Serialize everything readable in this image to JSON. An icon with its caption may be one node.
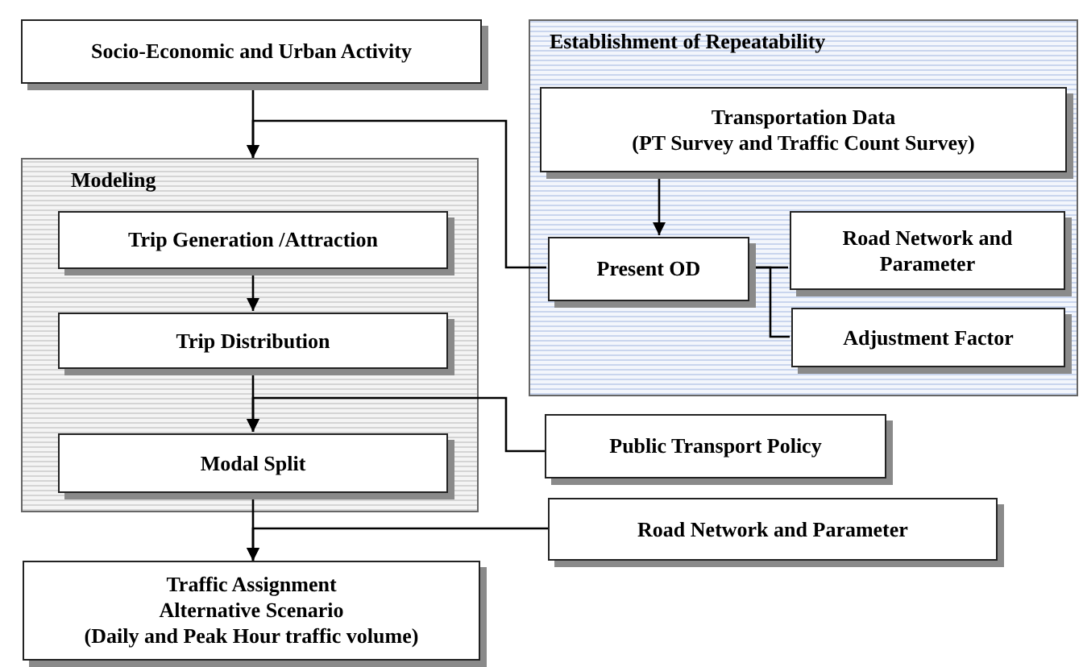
{
  "diagram": {
    "nodes": [
      {
        "text": [
          "Socio-Economic and Urban Activity"
        ]
      },
      {
        "text": [
          "Modeling"
        ]
      },
      {
        "text": [
          "Trip Generation /Attraction"
        ],
        "in": 1
      },
      {
        "text": [
          "Trip Distribution"
        ],
        "in": 1
      },
      {
        "text": [
          "Modal Split"
        ],
        "in": 1
      },
      {
        "text": [
          "Traffic Assignment",
          "Alternative Scenario",
          "(Daily and Peak Hour traffic volume)"
        ]
      },
      {
        "text": [
          "Establishment of Repeatability"
        ]
      },
      {
        "text": [
          "Transportation Data",
          "(PT Survey and Traffic Count Survey)"
        ],
        "in": 6
      },
      {
        "text": [
          "Present OD"
        ],
        "in": 6
      },
      {
        "text": [
          "Road Network and Parameter"
        ],
        "in": 6
      },
      {
        "text": [
          "Adjustment Factor"
        ],
        "in": 6
      },
      {
        "text": [
          "Public Transport Policy"
        ]
      },
      {
        "text": [
          "Road Network and Parameter"
        ]
      }
    ],
    "edges": [
      {
        "from": 0,
        "to": 1,
        "arrow": "to"
      },
      {
        "from": 8,
        "to": 1,
        "arrow": "to"
      },
      {
        "from": 2,
        "to": 3,
        "arrow": "to"
      },
      {
        "from": 3,
        "to": 4,
        "arrow": "to"
      },
      {
        "from": 11,
        "to": 4,
        "arrow": "to"
      },
      {
        "from": 4,
        "to": 5,
        "arrow": "to"
      },
      {
        "from": 12,
        "to": 5,
        "arrow": "to"
      },
      {
        "from": 7,
        "to": 8,
        "arrow": "to"
      },
      {
        "from": 9,
        "to": 8,
        "arrow": "none"
      },
      {
        "from": 10,
        "to": 8,
        "arrow": "none"
      }
    ]
  }
}
